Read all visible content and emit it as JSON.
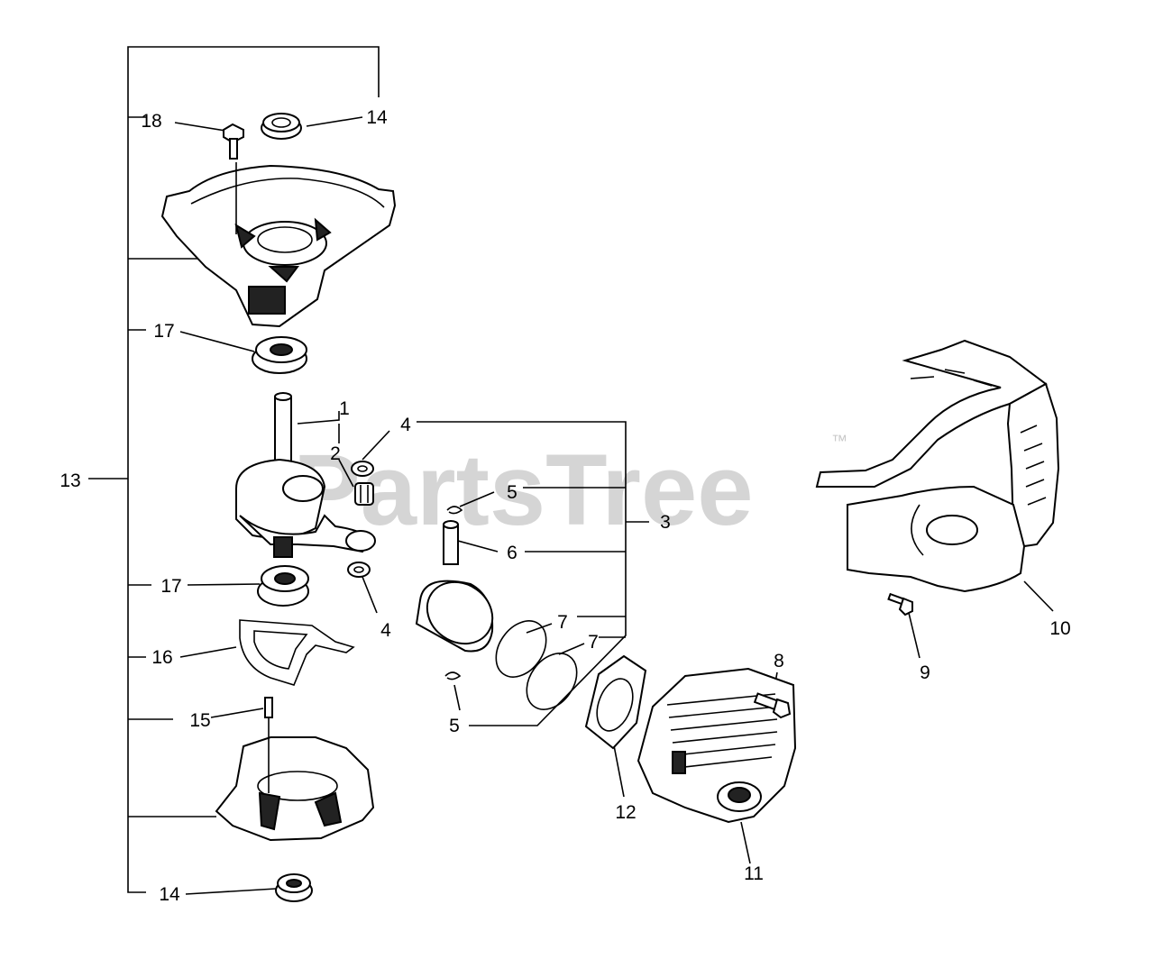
{
  "watermark": {
    "brand": "PartsTree",
    "trademark": "™"
  },
  "callouts": {
    "n1": "1",
    "n2": "2",
    "n3": "3",
    "n4a": "4",
    "n4b": "4",
    "n5a": "5",
    "n5b": "5",
    "n6": "6",
    "n7a": "7",
    "n7b": "7",
    "n8": "8",
    "n9": "9",
    "n10": "10",
    "n11": "11",
    "n12": "12",
    "n13": "13",
    "n14a": "14",
    "n14b": "14",
    "n15": "15",
    "n16": "16",
    "n17a": "17",
    "n17b": "17",
    "n18": "18"
  }
}
